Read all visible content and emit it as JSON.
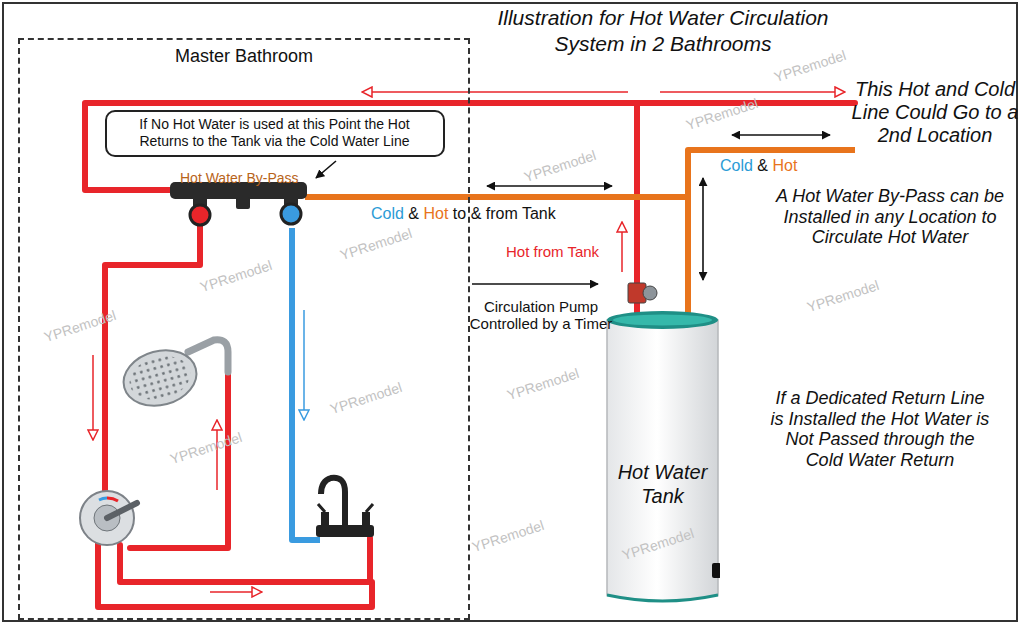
{
  "diagram": {
    "title": "Illustration for Hot Water Circulation System in 2 Bathrooms",
    "nodes": [
      {
        "text": [
          "Master Bathroom"
        ]
      },
      {
        "text": [
          "If No Hot Water is used at this Point the Hot Returns to the Tank via the Cold Water Line"
        ],
        "in": 0
      },
      {
        "text": [
          "Hot Water Tank"
        ]
      }
    ],
    "labels": [
      "Hot Water By-Pass",
      "Cold & Hot to & from Tank",
      "Hot from Tank",
      "Circulation Pump Controlled by a Timer",
      "Cold & Hot",
      "This Hot and Cold Line Could Go to a 2nd Location",
      "A Hot Water By-Pass can be Installed in any Location to Circulate Hot Water",
      "If a Dedicated Return Line is Installed the Hot Water is Not Passed through the Cold Water Return",
      "YPRemodel",
      "YPRemodel",
      "YPRemodel",
      "YPRemodel",
      "YPRemodel",
      "YPRemodel",
      "YPRemodel",
      "YPRemodel",
      "YPRemodel",
      "YPRemodel",
      "YPRemodel",
      "YPRemodel"
    ]
  }
}
